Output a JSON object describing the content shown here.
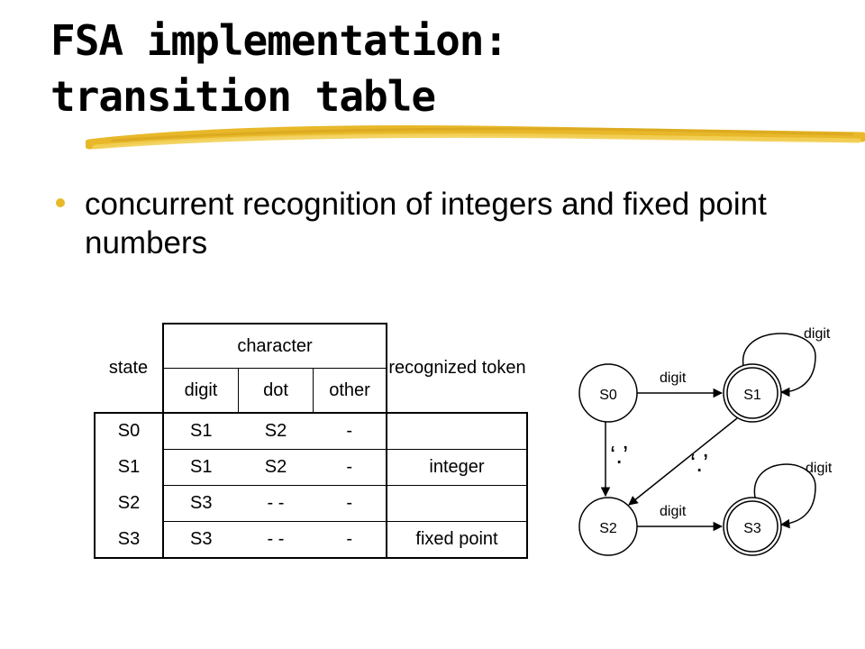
{
  "slide": {
    "title_line1": "FSA implementation:",
    "title_line2": "transition table",
    "bullet": "concurrent recognition of integers and fixed point numbers",
    "colors": {
      "bullet": "#e8b82a",
      "underline": "#e8b82a"
    }
  },
  "table": {
    "headers": {
      "state": "state",
      "character": "character",
      "recognized_token": "recognized token",
      "digit": "digit",
      "dot": "dot",
      "other": "other"
    },
    "rows": [
      {
        "state": "S0",
        "digit": "S1",
        "dot": "S2",
        "other": "-",
        "token": ""
      },
      {
        "state": "S1",
        "digit": "S1",
        "dot": "S2",
        "other": "-",
        "token": "integer"
      },
      {
        "state": "S2",
        "digit": "S3",
        "dot": "- -",
        "other": "-",
        "token": ""
      },
      {
        "state": "S3",
        "digit": "S3",
        "dot": "- -",
        "other": "-",
        "token": "fixed point"
      }
    ]
  },
  "diagram": {
    "states": [
      "S0",
      "S1",
      "S2",
      "S3"
    ],
    "labels": {
      "s0_s1": "digit",
      "s1_loop": "digit",
      "s0_s2": "‘.’",
      "s1_s2": "‘.’",
      "s2_s3": "digit",
      "s3_loop": "digit"
    }
  }
}
